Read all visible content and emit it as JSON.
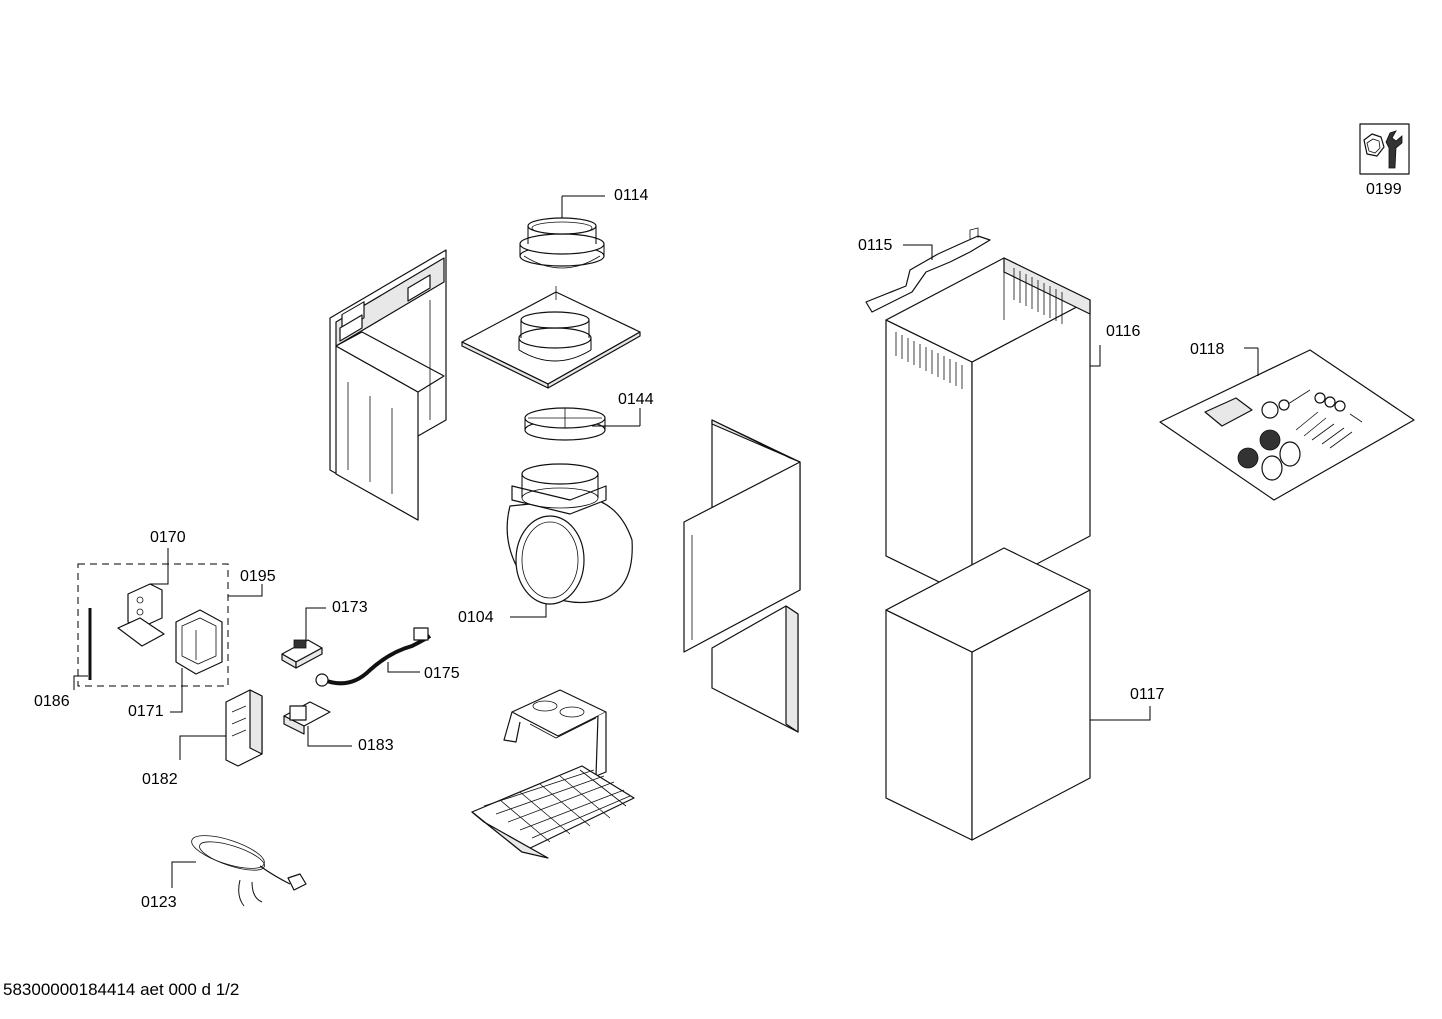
{
  "document_id": "58300000184414 aet 000 d 1/2",
  "part_labels": {
    "p0104": "0104",
    "p0114": "0114",
    "p0115": "0115",
    "p0116": "0116",
    "p0117": "0117",
    "p0118": "0118",
    "p0123": "0123",
    "p0144": "0144",
    "p0170": "0170",
    "p0171": "0171",
    "p0173": "0173",
    "p0175": "0175",
    "p0182": "0182",
    "p0183": "0183",
    "p0186": "0186",
    "p0195": "0195",
    "p0199": "0199"
  }
}
